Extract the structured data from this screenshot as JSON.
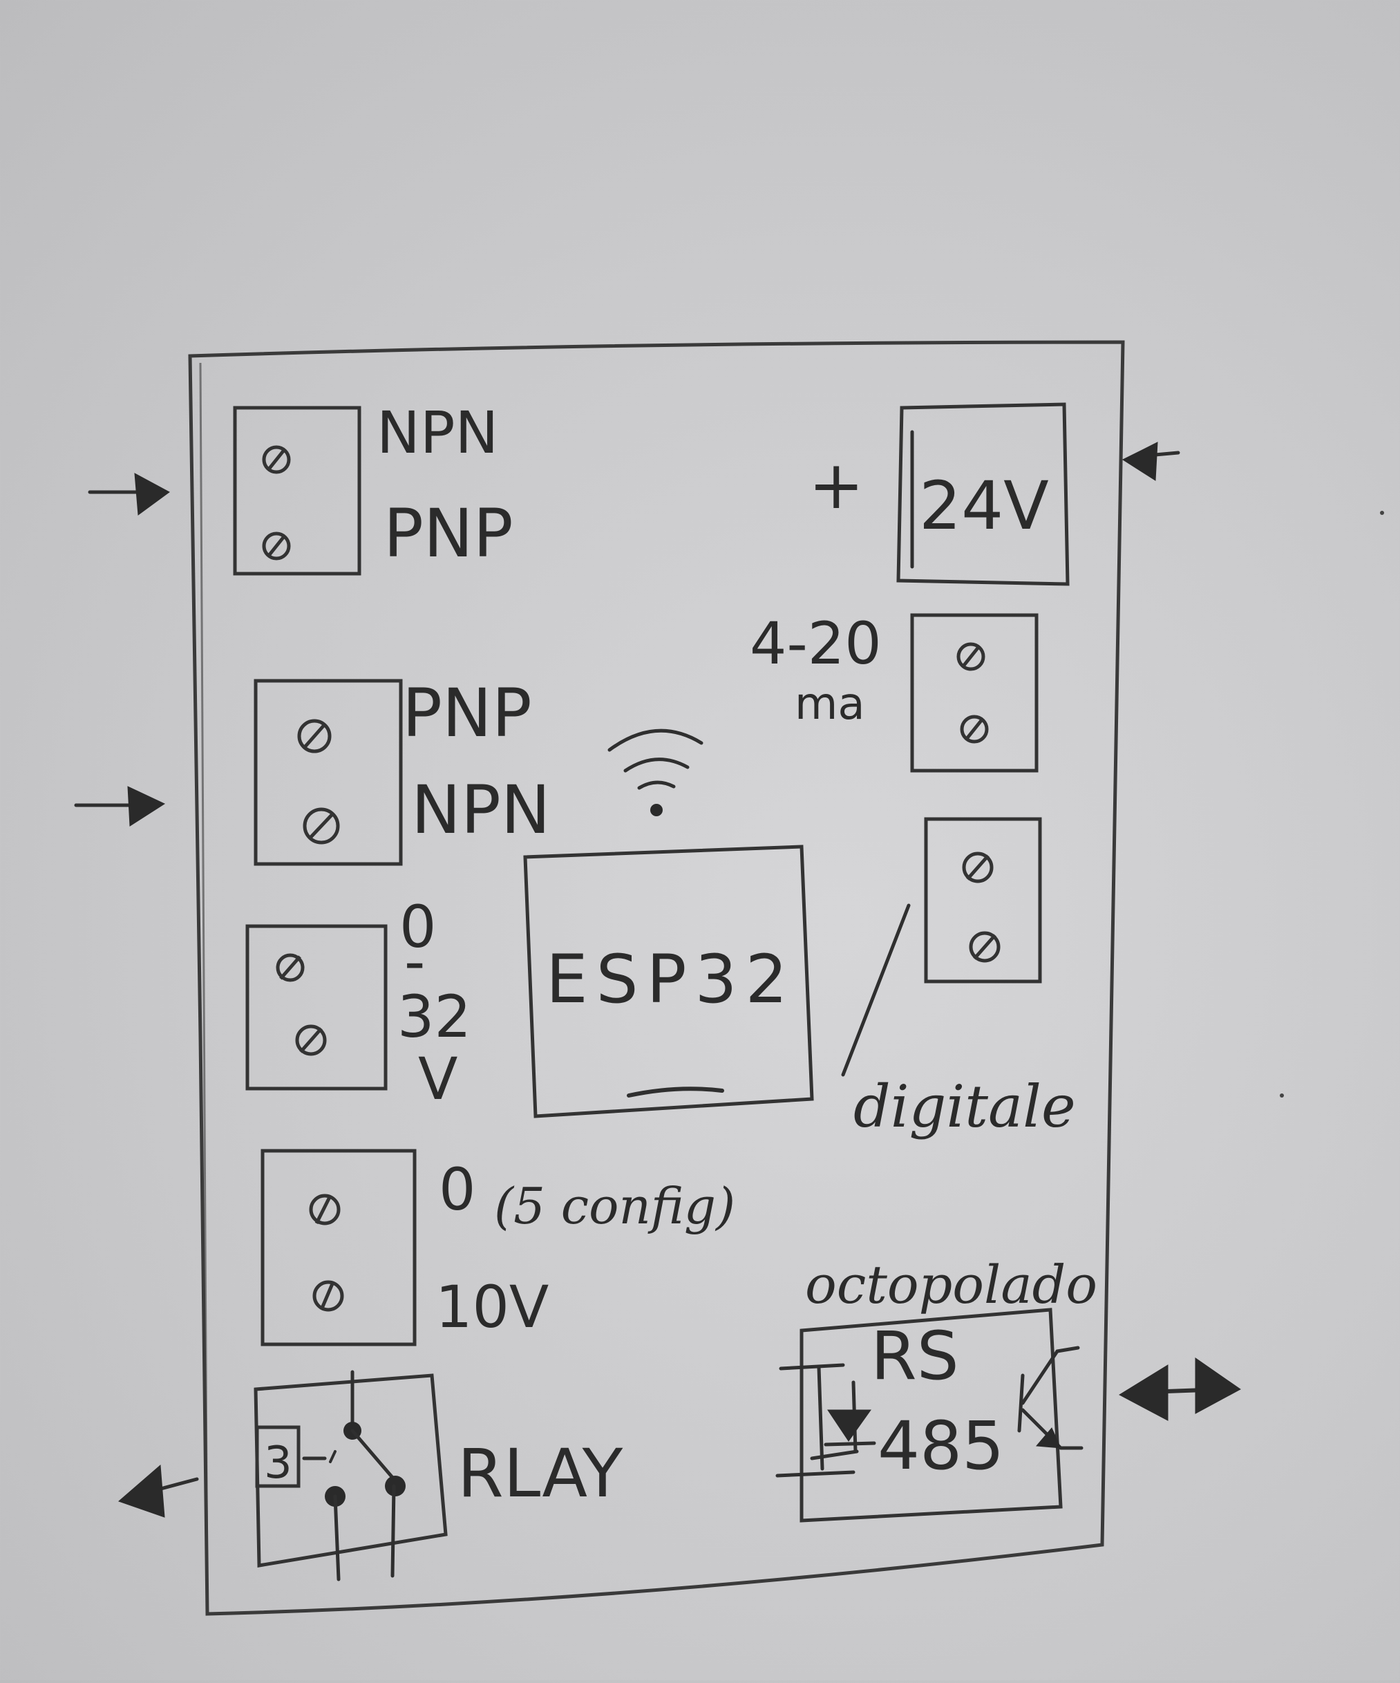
{
  "labels": {
    "npn_top": "NPN",
    "pnp_top": "PNP",
    "pnp_mid": "PNP",
    "npn_mid": "NPN",
    "v_0": "0",
    "v_dash": "-",
    "v_32": "32",
    "v_unit": "V",
    "ten_0": "0",
    "ten_config": "(5 config)",
    "ten_10v": "10V",
    "relay": "RLAY",
    "relay_block_tag": "3",
    "plus": "+",
    "power": "24V",
    "ma_range": "4-20",
    "ma_unit": "ma",
    "esp": "ESP32",
    "digitale": "digitale",
    "octopolado": "octopolado",
    "rs": "RS",
    "rs_num": "485"
  }
}
